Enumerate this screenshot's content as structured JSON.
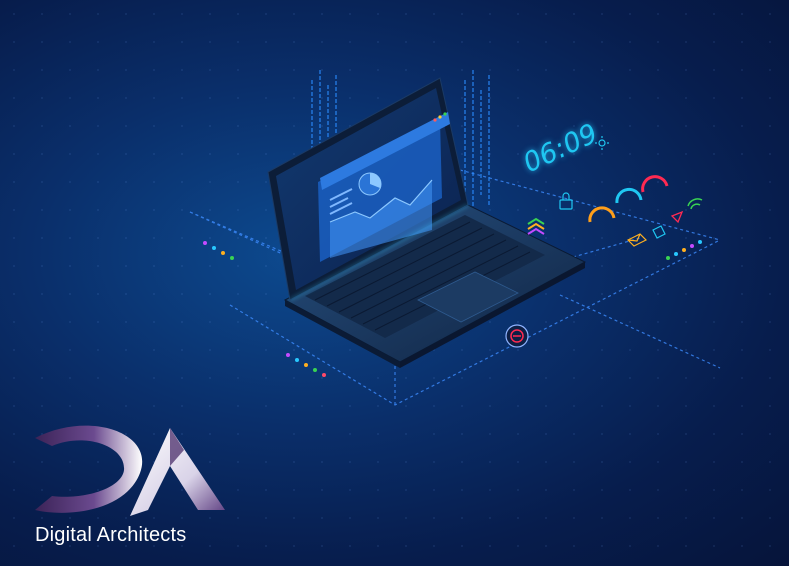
{
  "brand": {
    "name": "Digital Architects",
    "monogram": "DA"
  },
  "clock": {
    "time": "06:09"
  },
  "colors": {
    "background": "#082760",
    "accent": "#1fc7f2",
    "logo_purple": "#4b2d6b",
    "logo_white": "#ffffff",
    "warning_red": "#ff2a52",
    "orange": "#ff9f1a",
    "green": "#39d353"
  },
  "icons": [
    "laptop-icon",
    "lock-icon",
    "brightness-icon",
    "gauge-icon",
    "wifi-icon",
    "mail-icon",
    "alarm-icon",
    "bell-icon",
    "stop-icon",
    "chevrons-icon"
  ]
}
